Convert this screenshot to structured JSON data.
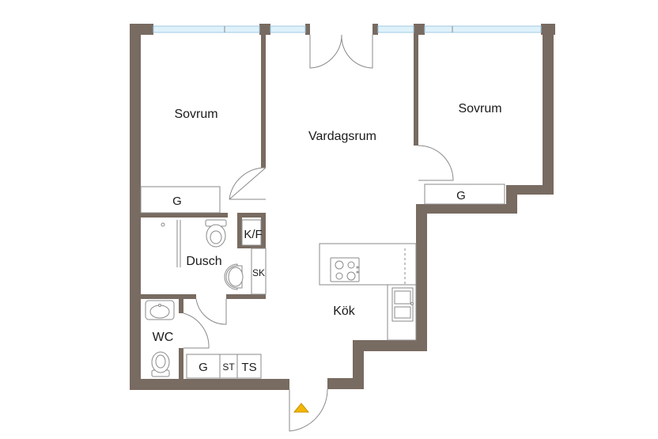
{
  "colors": {
    "wall": "#786b61",
    "window": "#dff1fb",
    "entrance_marker": "#f2b705",
    "background": "#ffffff"
  },
  "rooms": {
    "bedroom_left": "Sovrum",
    "bedroom_right": "Sovrum",
    "living_room": "Vardagsrum",
    "shower_room": "Dusch",
    "toilet": "WC",
    "kitchen": "Kök"
  },
  "fixtures": {
    "wardrobe_left": "G",
    "wardrobe_right": "G",
    "wardrobe_hall": "G",
    "fridge_freezer": "K/F",
    "cabinet": "SK",
    "storage": "ST",
    "drying_cabinet": "TS"
  },
  "icons": {
    "entrance": "entrance-arrow-icon",
    "stove": "stove-icon",
    "sink": "kitchen-sink-icon",
    "toilet": "toilet-icon",
    "washbasin": "washbasin-icon"
  }
}
